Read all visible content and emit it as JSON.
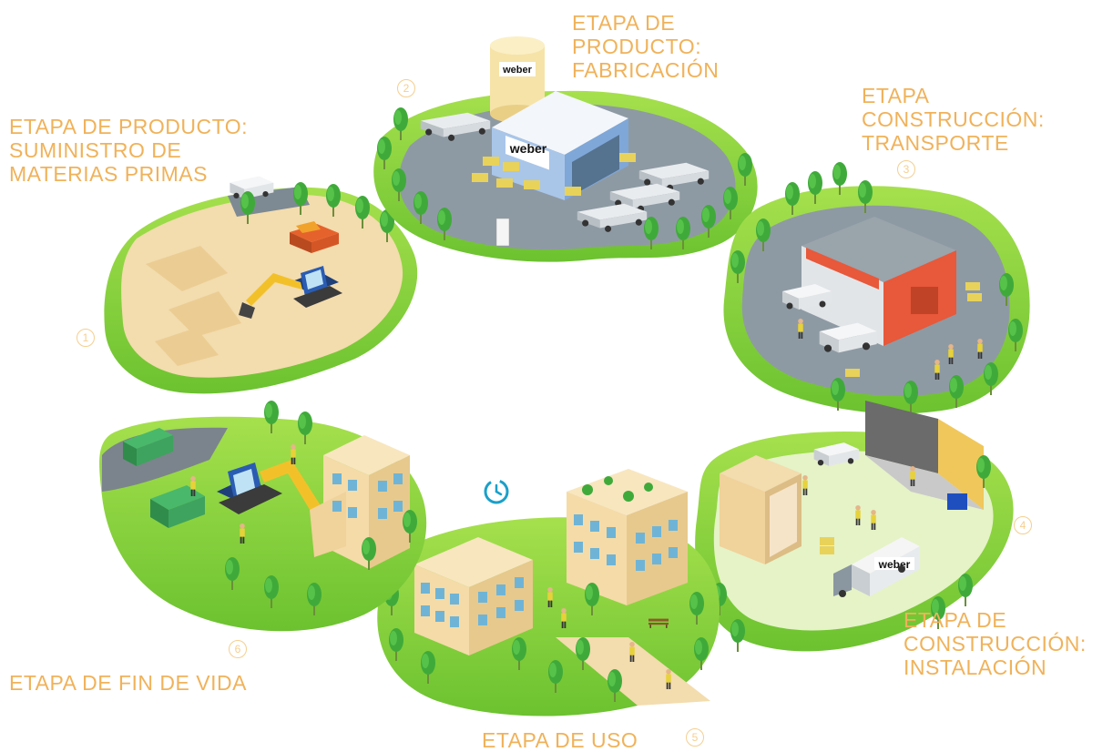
{
  "stages": [
    {
      "number": "1",
      "title": "ETAPA DE PRODUCTO:\nSUMINISTRO DE\nMATERIAS PRIMAS"
    },
    {
      "number": "2",
      "title": "ETAPA DE\nPRODUCTO:\nFABRICACIÓN"
    },
    {
      "number": "3",
      "title": "ETAPA\nCONSTRUCCIÓN:\nTRANSPORTE"
    },
    {
      "number": "4",
      "title": "ETAPA DE\nCONSTRUCCIÓN:\nINSTALACIÓN"
    },
    {
      "number": "5",
      "title": "ETAPA DE USO"
    },
    {
      "number": "6",
      "title": "ETAPA DE FIN DE VIDA"
    }
  ],
  "brand": {
    "name": "weber"
  },
  "center_icon": "clock-cycle-icon",
  "colors": {
    "label": "#f0b25a",
    "grass": "#8ed43c",
    "grass_dark": "#5fb82a",
    "road": "#8e9aa3",
    "sand": "#f3dcae",
    "building": "#f4dba8",
    "tree": "#3faa3a"
  }
}
